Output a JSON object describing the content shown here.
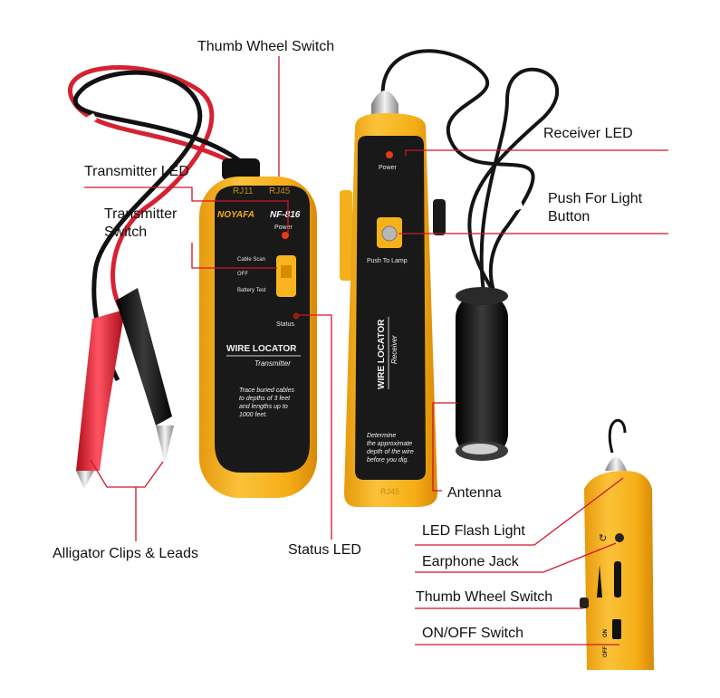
{
  "product": {
    "brand": "NOYAFA",
    "model": "NF-816",
    "colors": {
      "body": "#f7b21a",
      "face": "#1b1b1b",
      "leader": "#d0142c",
      "cable": "#111111"
    }
  },
  "transmitter": {
    "port_rj11": "RJ11",
    "port_rj45": "RJ45",
    "power": "Power",
    "switch_cable_scan": "Cable Scan",
    "switch_off": "OFF",
    "switch_battery_test": "Battery Test",
    "status": "Status",
    "title": "WIRE LOCATOR",
    "subtitle": "Transmitter",
    "description": [
      "Trace buried cables",
      "to depths of 3 feet",
      "and lengths up to",
      "1000 feet."
    ]
  },
  "receiver": {
    "power": "Power",
    "push_to_lamp": "Push To Lamp",
    "title": "WIRE LOCATOR",
    "subtitle": "Receiver",
    "description": [
      "Determine",
      "the approximate",
      "depth of the wire",
      "before you dig."
    ],
    "bottom_port": "RJ45"
  },
  "side_detail": {
    "on": "ON",
    "off": "OFF"
  },
  "callouts": {
    "thumb_wheel_top": "Thumb Wheel Switch",
    "receiver_led": "Receiver  LED",
    "transmitter_led": "Transmitter LED",
    "transmitter_switch": [
      "Transmitter",
      "Switch"
    ],
    "push_for_light": [
      "Push  For Light",
      "Button"
    ],
    "antenna": "Antenna",
    "led_flash_light": "LED Flash Light",
    "earphone_jack": "Earphone Jack",
    "thumb_wheel_side": "Thumb Wheel Switch",
    "on_off_switch": "ON/OFF Switch",
    "alligator_clips": "Alligator Clips &  Leads",
    "status_led": "Status LED"
  }
}
